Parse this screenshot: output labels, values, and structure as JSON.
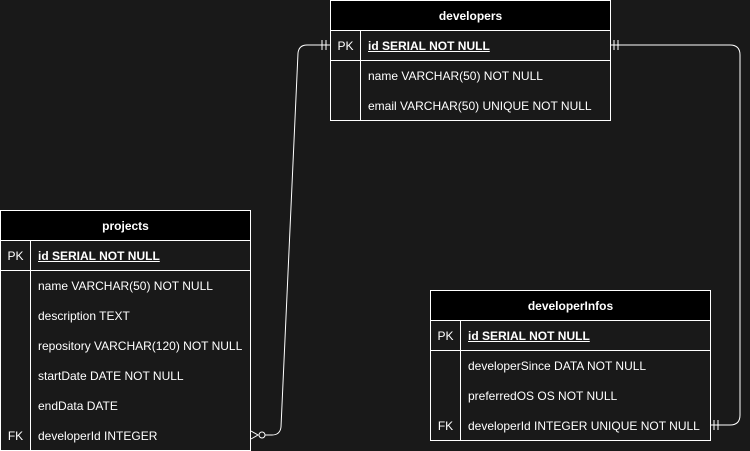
{
  "developers": {
    "title": "developers",
    "rows": [
      {
        "key": "PK",
        "field": "id SERIAL NOT NULL"
      },
      {
        "key": "",
        "field": "name VARCHAR(50) NOT NULL"
      },
      {
        "key": "",
        "field": "email VARCHAR(50) UNIQUE NOT NULL"
      }
    ]
  },
  "projects": {
    "title": "projects",
    "rows": [
      {
        "key": "PK",
        "field": "id SERIAL NOT NULL"
      },
      {
        "key": "",
        "field": "name VARCHAR(50) NOT NULL"
      },
      {
        "key": "",
        "field": "description TEXT"
      },
      {
        "key": "",
        "field": "repository VARCHAR(120) NOT NULL"
      },
      {
        "key": "",
        "field": "startDate DATE NOT NULL"
      },
      {
        "key": "",
        "field": "endData DATE"
      },
      {
        "key": "FK",
        "field": "developerId INTEGER"
      }
    ]
  },
  "developerInfos": {
    "title": "developerInfos",
    "rows": [
      {
        "key": "PK",
        "field": "id SERIAL NOT NULL"
      },
      {
        "key": "",
        "field": "developerSince DATA NOT NULL"
      },
      {
        "key": "",
        "field": "preferredOS OS NOT NULL"
      },
      {
        "key": "FK",
        "field": "developerId INTEGER UNIQUE NOT NULL"
      }
    ]
  },
  "relationships": [
    {
      "from": "projects.developerId",
      "to": "developers.id",
      "cardinality": "zero-or-many to one-and-only-one"
    },
    {
      "from": "developerInfos.developerId",
      "to": "developers.id",
      "cardinality": "one-and-only-one to one-and-only-one"
    }
  ]
}
